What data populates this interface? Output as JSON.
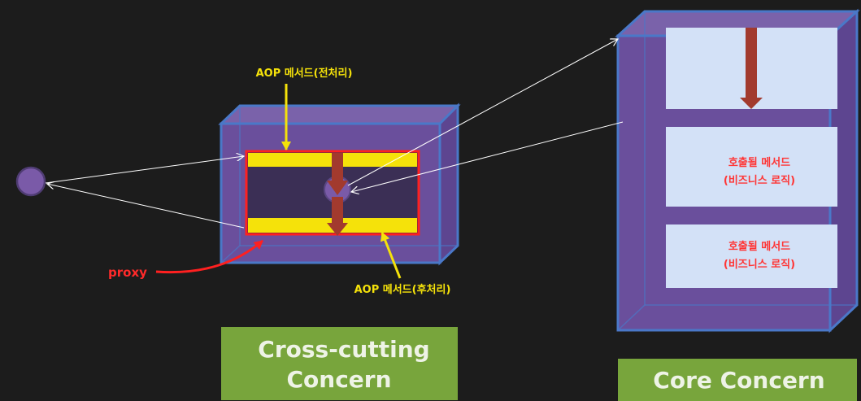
{
  "labels": {
    "aop_pre": "AOP 메서드(전처리)",
    "aop_post": "AOP 메서드(후처리)",
    "proxy": "proxy",
    "method_1_line1": "호출될 메서드",
    "method_1_line2": "(비즈니스 로직)",
    "method_2_line1": "호출될 메서드",
    "method_2_line2": "(비즈니스 로직)",
    "cross_cutting_line1": "Cross-cutting",
    "cross_cutting_line2": "Concern",
    "core_concern": "Core Concern"
  },
  "colors": {
    "background": "#1c1c1c",
    "cube_fill": "#6a4f9c",
    "cube_edge": "#4a78c8",
    "aop_band": "#f5e20a",
    "proxy_border": "#ff2020",
    "flow_arrow": "#a23a2e",
    "method_panel": "#d3e1f7",
    "green_label": "#78a53c",
    "node": "#7a5aa8"
  }
}
